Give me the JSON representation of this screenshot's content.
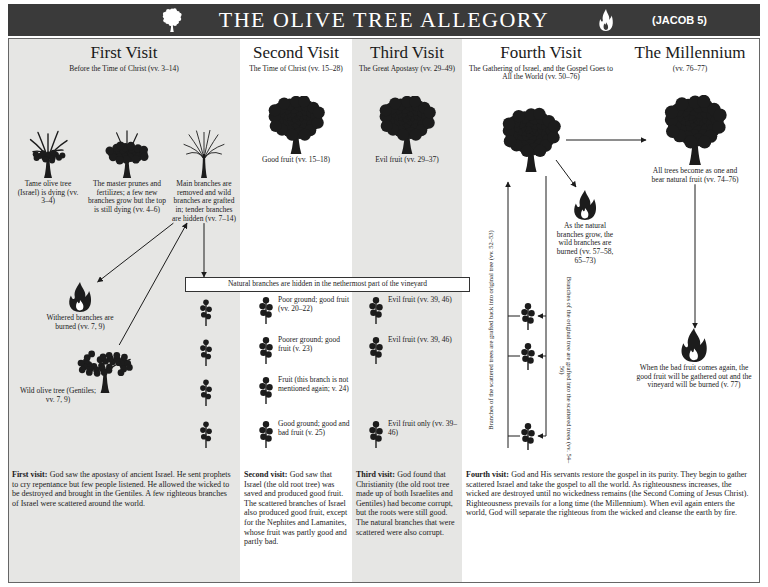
{
  "diagram": {
    "title": "THE OLIVE TREE ALLEGORY",
    "nodes": [
      {
        "text": [
          "First Visit",
          "Before the Time of Christ (vv. 3–14)",
          "First visit:",
          "God saw the apostasy of ancient Israel. He sent prophets to cry repentance but few people listened. He allowed the wicked to be destroyed and brought in the Gentiles. A few righteous branches of Israel were scattered around the world."
        ]
      },
      {
        "text": [
          "Tame olive tree (Israel) is dying (vv. 3–4)"
        ],
        "in": 0
      },
      {
        "text": [
          "The master prunes and fertilizes; a few new branches grow but the top is still dying (vv. 4–6)"
        ],
        "in": 0
      },
      {
        "text": [
          "Main branches are removed and wild branches are grafted in; tender branches are hidden (vv. 7–14)"
        ],
        "in": 0
      },
      {
        "text": [
          "Withered branches are burned (vv. 7, 9)"
        ],
        "in": 0
      },
      {
        "text": [
          "Wild olive tree (Gentiles; vv. 7, 9)"
        ],
        "in": 0
      },
      {
        "text": [
          "Natural branches are hidden in the nethermost part of the vineyard"
        ]
      },
      {
        "text": [
          "Second Visit",
          "The Time of Christ (vv. 15–28)",
          "Second visit:",
          "God saw that Israel (the old root tree) was saved and produced good fruit. The scattered branches of Israel also produced good fruit, except for the Nephites and Lamanites, whose fruit was partly good and partly bad."
        ]
      },
      {
        "text": [
          "Good fruit (vv. 15–18)"
        ],
        "in": 7
      },
      {
        "text": [
          "Poor ground; good fruit (vv. 20–22)"
        ],
        "in": 7
      },
      {
        "text": [
          "Poorer ground; good fruit (v. 23)"
        ],
        "in": 7
      },
      {
        "text": [
          "Fruit (this branch is not mentioned again; v. 24)"
        ],
        "in": 7
      },
      {
        "text": [
          "Good ground; good and bad fruit (v. 25)"
        ],
        "in": 7
      },
      {
        "text": [
          "Third Visit",
          "The Great Apostasy (vv. 29–49)",
          "Third visit:",
          "God found that Christianity (the old root tree made up of both Israelites and Gentiles) had become corrupt, but the roots were still good. The natural branches that were scattered were also corrupt."
        ]
      },
      {
        "text": [
          "Evil fruit (vv. 29–37)"
        ],
        "in": 13
      },
      {
        "text": [
          "Evil fruit (vv. 39, 46)"
        ],
        "in": 13
      },
      {
        "text": [
          "Evil fruit (vv. 39, 46)"
        ],
        "in": 13
      },
      {
        "text": [
          "Evil fruit only (vv. 39–46)"
        ],
        "in": 13
      },
      {
        "text": [
          "Fourth Visit",
          "The Gathering of Israel, and the Gospel Goes to All the World (vv. 50–76)",
          "Fourth visit:",
          "God and His servants restore the gospel in its purity. They begin to gather scattered Israel and take the gospel to all the world. As righteousness increases, the wicked are destroyed until no wickedness remains (the Second Coming of Jesus Christ). Righteousness prevails for a long time (the Millennium). When evil again enters the world, God will separate the righteous from the wicked and cleanse the earth by fire."
        ]
      },
      {
        "text": [
          "As the natural branches grow, the wild branches are burned (vv. 57–58, 65–73)"
        ],
        "in": 18
      },
      {
        "text": [
          "The Millennium",
          "(vv. 76–77)"
        ]
      },
      {
        "text": [
          "All trees become as one and bear natural fruit (vv. 74–76)"
        ],
        "in": 20
      },
      {
        "text": [
          "When the bad fruit comes again, the good fruit will be gathered out and the vineyard will be burned (v. 77)"
        ],
        "in": 20
      }
    ],
    "edges": [
      {
        "from": 5,
        "to": 3,
        "arrow": "to"
      },
      {
        "from": 3,
        "to": 4,
        "arrow": "to"
      },
      {
        "from": 3,
        "to": 6,
        "arrow": "to"
      },
      {
        "from": 21,
        "to": 22,
        "arrow": "to"
      }
    ],
    "labels": [
      "(JACOB 5)",
      "Branches of the scattered trees are grafted back into original tree (vv. 52–53)",
      "Branches of the original tree are grafted into the scattered trees (vv. 54–56)"
    ]
  }
}
